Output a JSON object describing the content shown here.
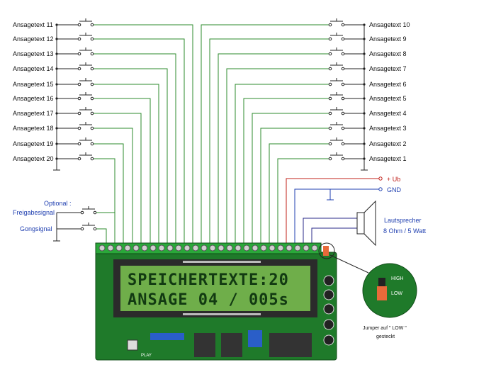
{
  "left_switches": [
    "Ansagetext 11",
    "Ansagetext 12",
    "Ansagetext 13",
    "Ansagetext 14",
    "Ansagetext 15",
    "Ansagetext 16",
    "Ansagetext 17",
    "Ansagetext 18",
    "Ansagetext 19",
    "Ansagetext 20"
  ],
  "right_switches": [
    "Ansagetext 10",
    "Ansagetext 9",
    "Ansagetext 8",
    "Ansagetext 7",
    "Ansagetext 6",
    "Ansagetext 5",
    "Ansagetext 4",
    "Ansagetext 3",
    "Ansagetext 2",
    "Ansagetext 1"
  ],
  "optional": {
    "title": "Optional :",
    "items": [
      "Freigabesignal",
      "Gongsignal"
    ]
  },
  "power": {
    "plus": "+ Ub",
    "gnd": "GND"
  },
  "speaker": {
    "line1": "Lautsprecher",
    "line2": "8 Ohm / 5 Watt"
  },
  "jumper": {
    "high": "HIGH",
    "low": "LOW",
    "caption1": "Jumper auf \" LOW \"",
    "caption2": "gesteckt"
  },
  "lcd": {
    "line1": "SPEICHERTEXTE:20",
    "line2": "ANSAGE 04 / 005s"
  },
  "board_label": "PLAY",
  "colors": {
    "wire": "#2e8b2e",
    "ub": "#c0201a",
    "gnd": "#1f3fb0",
    "board": "#1f7a2a",
    "lcd": "#6fae4a"
  }
}
